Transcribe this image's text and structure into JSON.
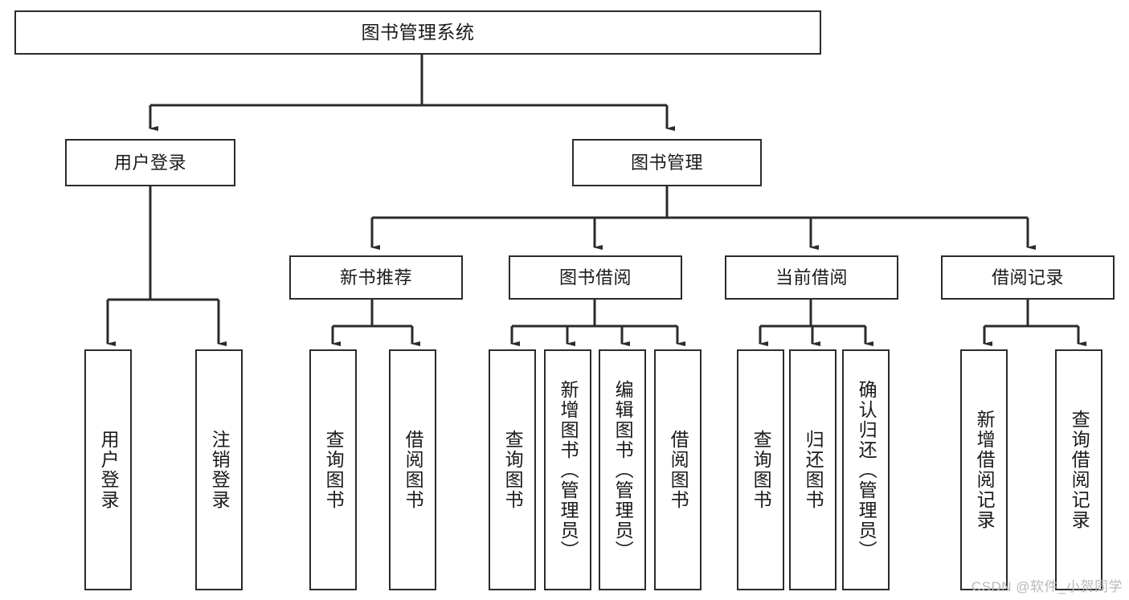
{
  "diagram": {
    "type": "tree-hierarchy",
    "title": "图书管理系统",
    "watermark": "CSDN @软件_小贺同学",
    "colors": {
      "box_border": "#2b2b2b",
      "box_fill": "#ffffff",
      "connector": "#2b2b2b",
      "watermark": "#b9b9b9",
      "background": "#ffffff"
    },
    "nodes": {
      "root": {
        "label": "图书管理系统"
      },
      "level2": [
        {
          "id": "user-login",
          "label": "用户登录"
        },
        {
          "id": "book-manage",
          "label": "图书管理"
        }
      ],
      "level3": [
        {
          "id": "new-book-recommend",
          "label": "新书推荐"
        },
        {
          "id": "book-borrow",
          "label": "图书借阅"
        },
        {
          "id": "current-borrow",
          "label": "当前借阅"
        },
        {
          "id": "borrow-record",
          "label": "借阅记录"
        }
      ],
      "leaves": {
        "user_login": [
          {
            "id": "leaf-user-login",
            "label": "用户登录"
          },
          {
            "id": "leaf-logout-login",
            "label": "注销登录"
          }
        ],
        "new_book_recommend": [
          {
            "id": "leaf-query-book-1",
            "label": "查询图书"
          },
          {
            "id": "leaf-borrow-book-1",
            "label": "借阅图书"
          }
        ],
        "book_borrow": [
          {
            "id": "leaf-query-book-2",
            "label": "查询图书"
          },
          {
            "id": "leaf-add-book",
            "label": "新增图书（管理员）"
          },
          {
            "id": "leaf-edit-book",
            "label": "编辑图书（管理员）"
          },
          {
            "id": "leaf-borrow-book-2",
            "label": "借阅图书"
          }
        ],
        "current_borrow": [
          {
            "id": "leaf-query-book-3",
            "label": "查询图书"
          },
          {
            "id": "leaf-return-book",
            "label": "归还图书"
          },
          {
            "id": "leaf-confirm-return",
            "label": "确认归还（管理员）"
          }
        ],
        "borrow_record": [
          {
            "id": "leaf-add-record",
            "label": "新增借阅记录"
          },
          {
            "id": "leaf-query-record",
            "label": "查询借阅记录"
          }
        ]
      }
    }
  }
}
